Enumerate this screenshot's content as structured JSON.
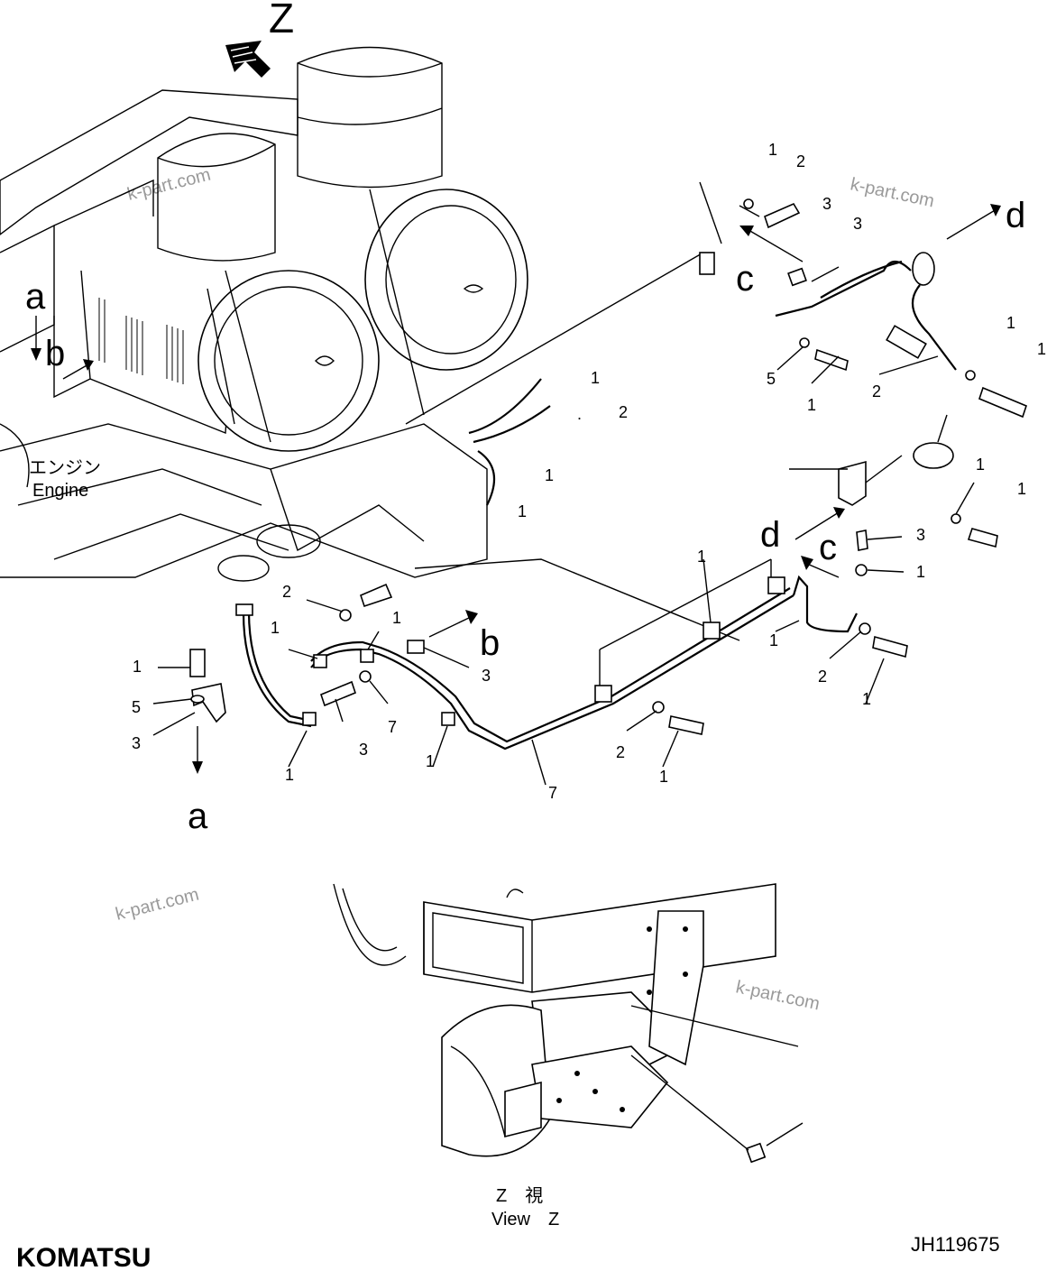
{
  "view_marker": "Z",
  "section_labels": {
    "a": "a",
    "b": "b",
    "c": "c",
    "d": "d"
  },
  "engine_label_jp": "エンジン",
  "engine_label_en": "Engine",
  "view_label_jp": "Z　視",
  "view_label_en": "View　Z",
  "watermark": "k-part.com",
  "brand": "KOMATSU",
  "drawing_code": "JH119675"
}
